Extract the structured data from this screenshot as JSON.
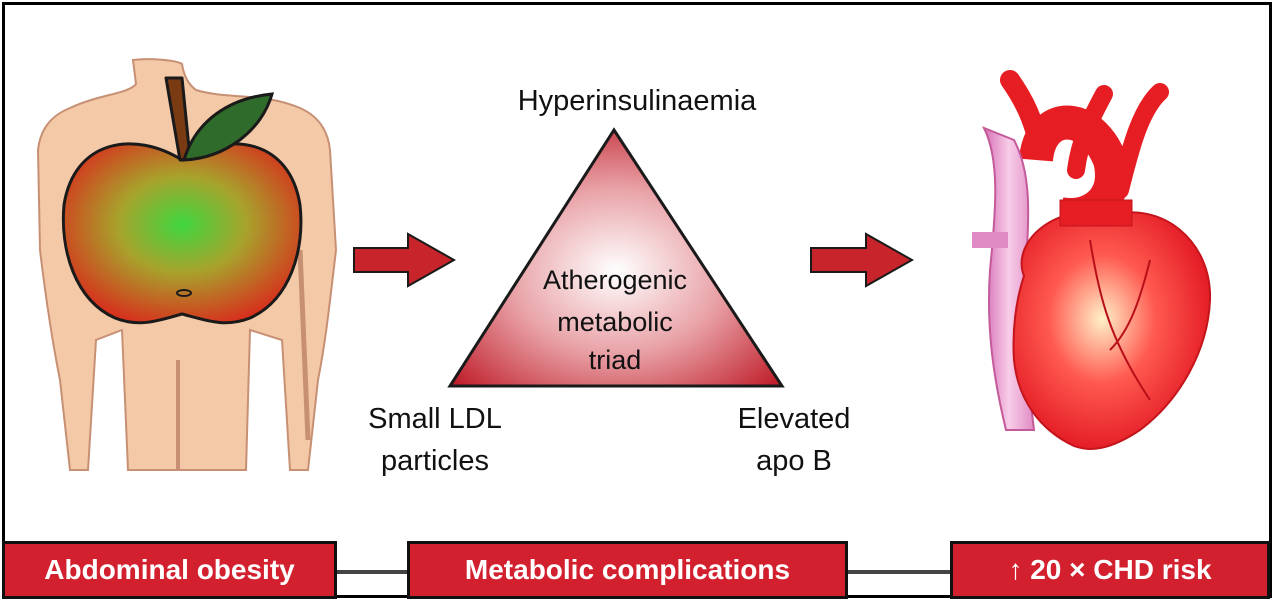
{
  "triad": {
    "top_label": "Hyperinsulinaemia",
    "center_line1": "Atherogenic",
    "center_line2": "metabolic",
    "center_line3": "triad",
    "left_line1": "Small LDL",
    "left_line2": "particles",
    "right_line1": "Elevated",
    "right_line2": "apo B"
  },
  "boxes": {
    "left": "Abdominal obesity",
    "middle": "Metabolic complications",
    "right": "↑  20 × CHD risk"
  },
  "colors": {
    "box_red": "#d3202e",
    "arrow_red": "#c8242c",
    "skin": "#f3c9a8",
    "apple_green": "#3fd63f",
    "apple_red": "#d92a1c",
    "heart_red": "#e61e24",
    "vein_pink": "#f0a6d6"
  },
  "icons": [
    "torso-icon",
    "apple-icon",
    "heart-icon",
    "arrow-right-icon"
  ]
}
